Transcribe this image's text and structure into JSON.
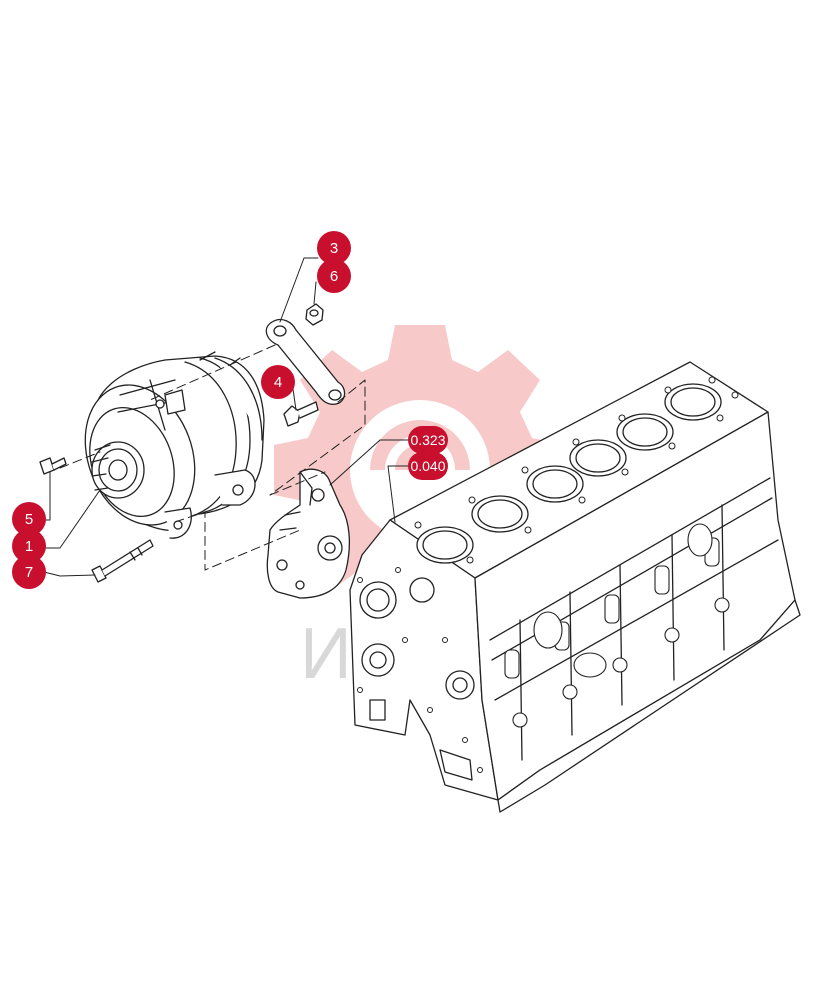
{
  "diagram": {
    "watermark_text": "ИНТЕХ",
    "colors": {
      "callout": "#c8102e",
      "line": "#222222",
      "watermark": "#f6b7b7"
    },
    "callouts": [
      {
        "id": "3",
        "label": "3"
      },
      {
        "id": "6",
        "label": "6"
      },
      {
        "id": "4",
        "label": "4"
      },
      {
        "id": "5",
        "label": "5"
      },
      {
        "id": "1",
        "label": "1"
      },
      {
        "id": "7",
        "label": "7"
      },
      {
        "id": "ref-323",
        "label": "0.323"
      },
      {
        "id": "ref-040",
        "label": "0.040"
      }
    ]
  }
}
